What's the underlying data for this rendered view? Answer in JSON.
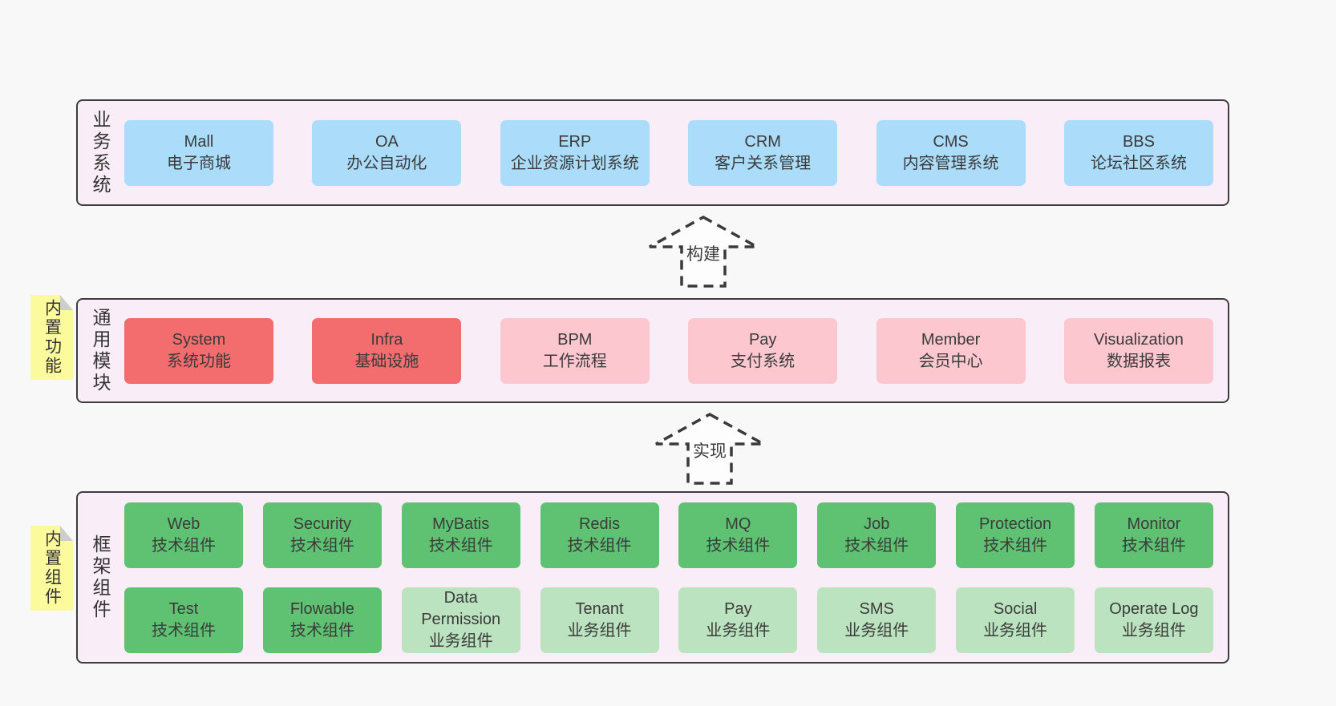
{
  "colors": {
    "page_bg": "#f8f8f8",
    "band_bg": "#f9eef8",
    "band_border": "#3d3d3d",
    "blue_box": "#abdcf9",
    "red_box": "#f36c6e",
    "pink_box": "#fcc7ce",
    "green_box": "#5fc172",
    "green_light_box": "#bbe3bf",
    "sticky_yellow": "#fbfb9d",
    "sticky_fold_gray": "#cdcdcd",
    "text": "#3b3b3b"
  },
  "arrows": {
    "build": "构建",
    "implement": "实现"
  },
  "bands": {
    "business": {
      "label": "业务系统",
      "boxes": [
        {
          "name": "Mall",
          "desc": "电子商城"
        },
        {
          "name": "OA",
          "desc": "办公自动化"
        },
        {
          "name": "ERP",
          "desc": "企业资源计划系统"
        },
        {
          "name": "CRM",
          "desc": "客户关系管理"
        },
        {
          "name": "CMS",
          "desc": "内容管理系统"
        },
        {
          "name": "BBS",
          "desc": "论坛社区系统"
        }
      ]
    },
    "modules": {
      "label": "通用模块",
      "tag": "内置功能",
      "boxes": [
        {
          "name": "System",
          "desc": "系统功能"
        },
        {
          "name": "Infra",
          "desc": "基础设施"
        },
        {
          "name": "BPM",
          "desc": "工作流程"
        },
        {
          "name": "Pay",
          "desc": "支付系统"
        },
        {
          "name": "Member",
          "desc": "会员中心"
        },
        {
          "name": "Visualization",
          "desc": "数据报表"
        }
      ]
    },
    "components": {
      "label": "框架组件",
      "tag": "内置组件",
      "row1": [
        {
          "name": "Web",
          "desc": "技术组件"
        },
        {
          "name": "Security",
          "desc": "技术组件"
        },
        {
          "name": "MyBatis",
          "desc": "技术组件"
        },
        {
          "name": "Redis",
          "desc": "技术组件"
        },
        {
          "name": "MQ",
          "desc": "技术组件"
        },
        {
          "name": "Job",
          "desc": "技术组件"
        },
        {
          "name": "Protection",
          "desc": "技术组件"
        },
        {
          "name": "Monitor",
          "desc": "技术组件"
        }
      ],
      "row2": [
        {
          "name": "Test",
          "desc": "技术组件"
        },
        {
          "name": "Flowable",
          "desc": "技术组件"
        },
        {
          "name": "Data Permission",
          "desc": "业务组件"
        },
        {
          "name": "Tenant",
          "desc": "业务组件"
        },
        {
          "name": "Pay",
          "desc": "业务组件"
        },
        {
          "name": "SMS",
          "desc": "业务组件"
        },
        {
          "name": "Social",
          "desc": "业务组件"
        },
        {
          "name": "Operate Log",
          "desc": "业务组件"
        }
      ]
    }
  }
}
